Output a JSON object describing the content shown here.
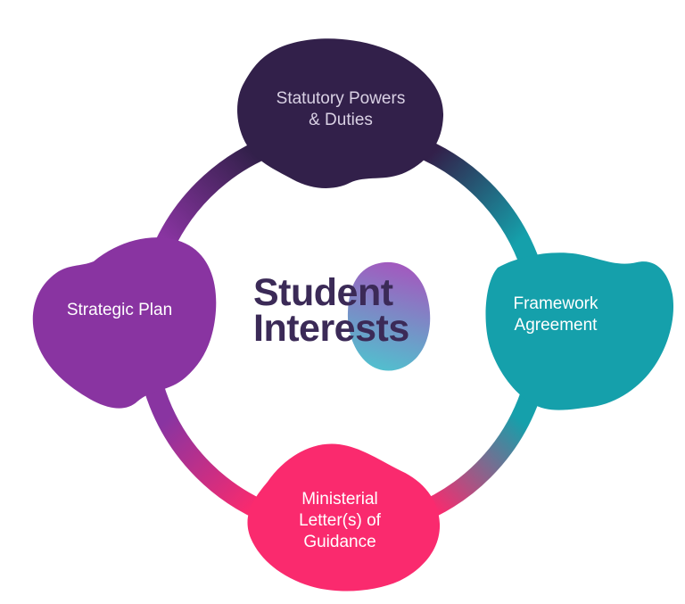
{
  "diagram": {
    "title": {
      "line1": "Student",
      "line2": "Interests",
      "color": "#3B2A57"
    },
    "center_blob": {
      "gradient_top": "#A556BE",
      "gradient_bottom": "#4EC4CF"
    },
    "nodes": {
      "top": {
        "lines": [
          "Statutory Powers",
          "& Duties"
        ],
        "color": "#32204A",
        "text_color": "#D9D1E4"
      },
      "right": {
        "lines": [
          "Framework",
          "Agreement"
        ],
        "color": "#15A0AB",
        "text_color": "#FFFFFF"
      },
      "bottom": {
        "lines": [
          "Ministerial",
          "Letter(s) of",
          "Guidance"
        ],
        "color": "#FA2A6E",
        "text_color": "#FFFFFF"
      },
      "left": {
        "lines": [
          "Strategic Plan"
        ],
        "color": "#8934A1",
        "text_color": "#FFFFFF"
      }
    }
  }
}
